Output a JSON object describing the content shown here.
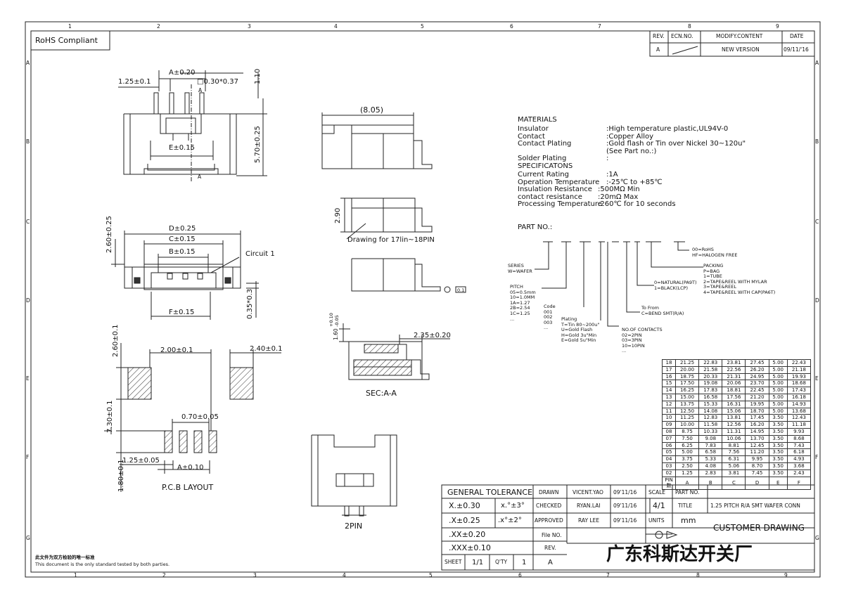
{
  "frame": {
    "top_cols": [
      "1",
      "2",
      "3",
      "4",
      "5",
      "6",
      "7",
      "8",
      "9"
    ],
    "bottom_cols": [
      "1",
      "2",
      "3",
      "4",
      "5",
      "6",
      "7",
      "8",
      "9"
    ],
    "rows": [
      "A",
      "B",
      "C",
      "D",
      "E",
      "F",
      "G"
    ]
  },
  "rohs": "RoHS  Compliant",
  "revision": {
    "headers": [
      "REV.",
      "ECN.NO.",
      "MODIFY.CONTENT",
      "DATE"
    ],
    "row": [
      "A",
      "",
      "NEW  VERSION",
      "09/11/'16"
    ]
  },
  "top_view": {
    "dim_pitch": "1.25±0.1",
    "dim_a": "A±0.20",
    "dim_pin": "□0.30*0.37",
    "dim_h": "1.10",
    "dim_e": "E±0.15",
    "dim_depth": "5.70±0.25",
    "section_top": "A",
    "section_bottom": "A"
  },
  "front_view": {
    "dim_d": "D±0.25",
    "dim_c": "C±0.15",
    "dim_b": "B±0.15",
    "dim_height": "2.60±0.25",
    "circuit": "Circuit 1",
    "dim_f": "F±0.15",
    "dim_tab": "0.35*0.3"
  },
  "side_view": {
    "dim_len": "(8.05)",
    "dim_h": "2.90",
    "note": "Drawing for 17lin~18PIN",
    "flat": "0.1"
  },
  "section": {
    "dim_v": "1.60+0.10\n-0.05",
    "dim_v1": "1.60",
    "dim_v2": "+0.10",
    "dim_v3": "-0.05",
    "dim_h": "2.35±0.20",
    "label": "SEC:A-A"
  },
  "pcb": {
    "dim_pad_h": "2.60±0.1",
    "dim_span": "2.00±0.1",
    "dim_pad_w": "2.40±0.1",
    "dim_total": "7.30±0.1",
    "dim_small": "0.70±0.05",
    "dim_pitch": "1.25±0.05",
    "dim_a": "A±0.10",
    "dim_pin_l": "1.80±0.1",
    "label": "P.C.B  LAYOUT"
  },
  "twopin": {
    "label": "2PIN"
  },
  "materials": {
    "heading": "MATERIALS",
    "rows": [
      {
        "k": "Insulator",
        "v": ":High temperature plastic,UL94V-0"
      },
      {
        "k": "Contact",
        "v": ":Copper Alloy"
      },
      {
        "k": "Contact Plating",
        "v": ":Gold flash or Tin over Nickel 30~120u\""
      },
      {
        "k": "",
        "v": " (See Part no.:)"
      },
      {
        "k": "Solder Plating",
        "v": ":"
      }
    ],
    "spec_heading": "SPECIFICATONS",
    "specs": [
      {
        "k": "Current Rating",
        "v": ":1A"
      },
      {
        "k": "Operation Temperature",
        "v": ":-25℃ to +85℃"
      },
      {
        "k": "Insulation Resistance",
        "v": ":500MΩ Min"
      },
      {
        "k": "contact resistance",
        "v": ":20mΩ Max"
      },
      {
        "k": "Processing Temperature",
        "v": ":260℃ for 10 seconds"
      }
    ]
  },
  "partno": {
    "label": "PART NO.:",
    "series": [
      "SERIES",
      "W=WAFER"
    ],
    "pitch": [
      "PITCH",
      "05=0.5mm",
      "10=1.0MM",
      "1A=1.27",
      "2B=2.54",
      "1C=1.25",
      "..."
    ],
    "code": [
      "Code",
      "001",
      "002",
      "003",
      "..."
    ],
    "plating": [
      "Plating",
      "T=Tin 80~200u\"",
      "U=Gold Flash",
      "H=Gold 3u\"Min",
      "E=Gold 5u\"Min"
    ],
    "contacts": [
      "NO.OF CONTACTS",
      "02=2PIN",
      "03=3PIN",
      "10=10PIN",
      "..."
    ],
    "tofrom": [
      "To From",
      "C=BEND SMT(R/A)"
    ],
    "color": [
      "0=NATURAL(PA9T)",
      "1=BLACK(LCP)"
    ],
    "packing": [
      "PACKING",
      "P=BAG",
      "1=TUBE",
      "2=TAPE&REEL WITH MYLAR",
      "3=TAPE&REEL",
      "4=TAPE&REEL WITH CAP(PA6T)"
    ],
    "rohs": [
      "00=RoHS",
      "HF=HALOGEN FREE"
    ]
  },
  "dim_table": {
    "rows": [
      [
        "18",
        "21.25",
        "22.83",
        "23.81",
        "27.45",
        "5.00",
        "22.43"
      ],
      [
        "17",
        "20.00",
        "21.58",
        "22.56",
        "26.20",
        "5.00",
        "21.18"
      ],
      [
        "16",
        "18.75",
        "20.33",
        "21.31",
        "24.95",
        "5.00",
        "19.93"
      ],
      [
        "15",
        "17.50",
        "19.08",
        "20.06",
        "23.70",
        "5.00",
        "18.68"
      ],
      [
        "14",
        "16.25",
        "17.83",
        "18.81",
        "22.45",
        "5.00",
        "17.43"
      ],
      [
        "13",
        "15.00",
        "16.58",
        "17.56",
        "21.20",
        "5.00",
        "16.18"
      ],
      [
        "12",
        "13.75",
        "15.33",
        "16.31",
        "19.95",
        "5.00",
        "14.93"
      ],
      [
        "11",
        "12.50",
        "14.08",
        "15.06",
        "18.70",
        "5.00",
        "13.68"
      ],
      [
        "10",
        "11.25",
        "12.83",
        "13.81",
        "17.45",
        "3.50",
        "12.43"
      ],
      [
        "09",
        "10.00",
        "11.58",
        "12.56",
        "16.20",
        "3.50",
        "11.18"
      ],
      [
        "08",
        "8.75",
        "10.33",
        "11.31",
        "14.95",
        "3.50",
        "9.93"
      ],
      [
        "07",
        "7.50",
        "9.08",
        "10.06",
        "13.70",
        "3.50",
        "8.68"
      ],
      [
        "06",
        "6.25",
        "7.83",
        "8.81",
        "12.45",
        "3.50",
        "7.43"
      ],
      [
        "05",
        "5.00",
        "6.58",
        "7.56",
        "11.20",
        "3.50",
        "6.18"
      ],
      [
        "04",
        "3.75",
        "5.33",
        "6.31",
        "9.95",
        "3.50",
        "4.93"
      ],
      [
        "03",
        "2.50",
        "4.08",
        "5.06",
        "8.70",
        "3.50",
        "3.68"
      ],
      [
        "02",
        "1.25",
        "2.83",
        "3.81",
        "7.45",
        "3.50",
        "2.43"
      ]
    ],
    "header": [
      "PIN 数",
      "A",
      "B",
      "C",
      "D",
      "E",
      "F"
    ]
  },
  "title_block": {
    "gen_tol": "GENERAL  TOLERANCE",
    "tol1": "X.±0.30",
    "tol2": ".X±0.25",
    "tol3": ".XX±0.20",
    "tol4": ".XXX±0.10",
    "ang1": "x.°±3°",
    "ang2": ".x°±2°",
    "drawn": "DRAWN",
    "checked": "CHECKED",
    "approved": "APPROVED",
    "drawn_by": "VICENT.YAO",
    "checked_by": "RYAN.LAI",
    "approved_by": "RAY  LEE",
    "date1": "09'11/16",
    "date2": "09'11/16",
    "date3": "09'11/16",
    "scale": "SCALE",
    "scale_val": "4/1",
    "units": "UNITS",
    "units_val": "mm",
    "partno": "PART  NO.",
    "title": "TITLE",
    "title_val": "1.25 PITCH R/A SMT WAFER CONN",
    "customer": "CUSTOMER  DRAWING",
    "file_no": "File NO.",
    "rev": "REV.",
    "rev_val": "A",
    "sheet": "SHEET",
    "sheet_val": "1/1",
    "qty": "Q'TY",
    "qty_val": "1",
    "company": "广东科斯达开关厂"
  },
  "footnote": {
    "cn": "此文件为双方检验的唯一标准",
    "en": "This document is the only standard tested by both parties."
  }
}
